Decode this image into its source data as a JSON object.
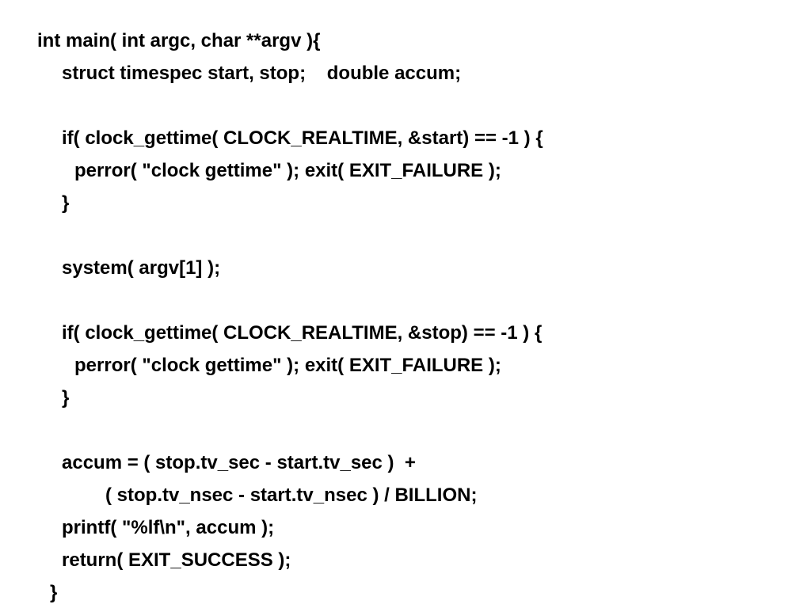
{
  "code": {
    "lines": [
      "int main( int argc, char **argv ){",
      "struct timespec start, stop;    double accum;",
      "if( clock_gettime( CLOCK_REALTIME, &start) == -1 ) {",
      "perror( \"clock gettime\" ); exit( EXIT_FAILURE );",
      "}",
      "system( argv[1] );",
      "if( clock_gettime( CLOCK_REALTIME, &stop) == -1 ) {",
      "perror( \"clock gettime\" ); exit( EXIT_FAILURE );",
      "}",
      "accum = ( stop.tv_sec - start.tv_sec )  +",
      "( stop.tv_nsec - start.tv_nsec ) / BILLION;",
      "printf( \"%lf\\n\", accum );",
      "return( EXIT_SUCCESS );",
      "}"
    ]
  }
}
